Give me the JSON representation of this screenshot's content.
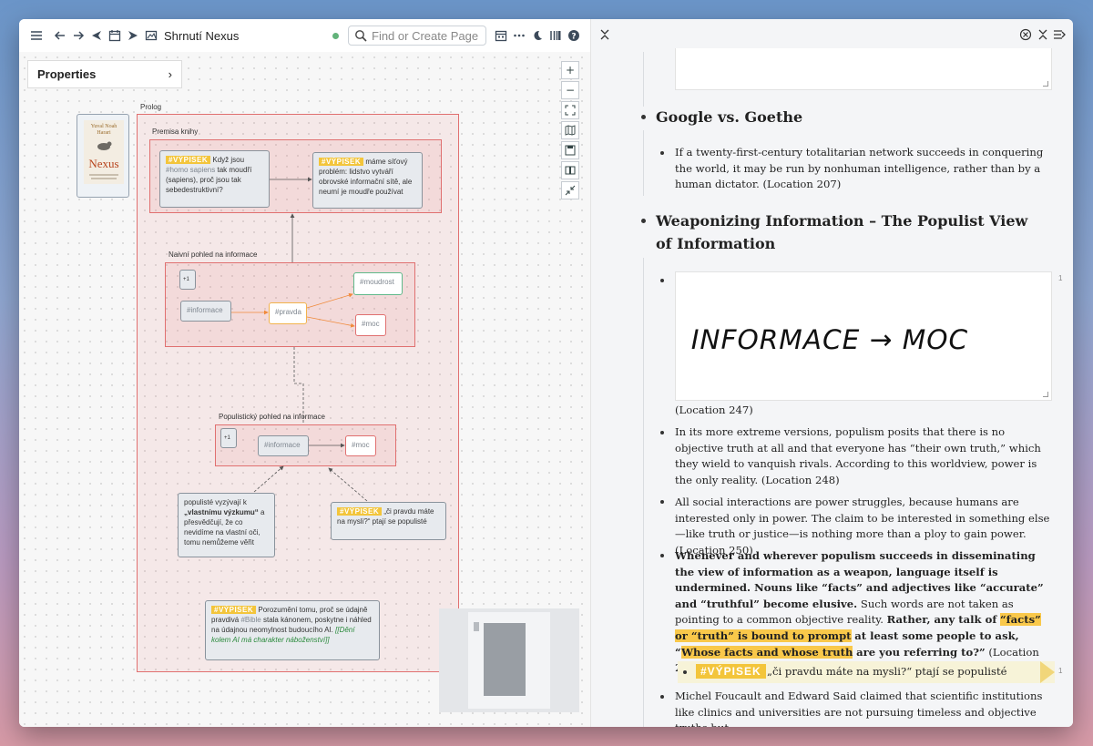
{
  "toolbar": {
    "page_title": "Shrnutí Nexus",
    "search_placeholder": "Find or Create Page"
  },
  "properties": {
    "label": "Properties"
  },
  "canvas": {
    "prolog_label": "Prolog",
    "book": {
      "author": "Yuval Noah Harari",
      "title": "Nexus"
    },
    "premisa_label": "Premisa knihy",
    "premisa_node1": {
      "tag": "#VÝPISEK",
      "text_a": "Když jsou",
      "hashtag": "#homo sapiens",
      "text_b": "tak moudří (sapiens), proč jsou tak sebedestruktivní?"
    },
    "premisa_node2": {
      "tag": "#VÝPISEK",
      "text": "máme síťový problém: lidstvo vytváří obrovské informační sítě, ale neumí je moudře používat"
    },
    "naivni_label": "Naivní pohled na informace",
    "naivni_badge": "+1",
    "naivni_informace": "#informace",
    "naivni_pravda": "#pravda",
    "naivni_moudrost": "#moudrost",
    "naivni_moc": "#moc",
    "popul_label": "Populistický pohled na informace",
    "popul_badge": "+1",
    "popul_informace": "#informace",
    "popul_moc": "#moc",
    "note1": {
      "a": "populisté vyzývají k",
      "b": "„vlastnímu výzkumu“",
      "c": "a přesvědčují, že co nevidíme na vlastní oči, tomu nemůžeme věřit"
    },
    "note2": {
      "tag": "#VÝPISEK",
      "text": "„či pravdu máte na mysli?“ ptají se populisté"
    },
    "note3": {
      "tag": "#VÝPISEK",
      "text_a": "Porozumění tomu, proč se údajně pravdivá",
      "hashtag": "#Bible",
      "text_b": "stala kánonem, poskytne i náhled na údajnou neomylnost budoucího AI.",
      "link": "[[Dění kolem AI má charakter náboženství]]"
    }
  },
  "right": {
    "heading1": "Google vs. Goethe",
    "para1": "If a twenty-first-century totalitarian network succeeds in conquering the world, it may be run by nonhuman intelligence, rather than by a human dictator. (Location 207)",
    "heading2": "Weaponizing Information – The Populist View of Information",
    "drawing_text": "INFORMACE → MOC",
    "ref1": "1",
    "loc247": "(Location 247)",
    "para2": "In its more extreme versions, populism posits that there is no objective truth at all and that everyone has “their own truth,” which they wield to vanquish rivals. According to this worldview, power is the only reality. (Location 248)",
    "para3": "All social interactions are power struggles, because humans are interested only in power. The claim to be interested in something else—like truth or justice—is nothing more than a ploy to gain power. (Location 250)",
    "para4_bold1": "Whenever and wherever populism succeeds in disseminating the view of information as a weapon, language itself is undermined. Nouns like “facts” and adjectives like “accurate” and “truthful” become elusive.",
    "para4_normal": "Such words are not taken as pointing to a common objective reality.",
    "para4_bold2": "Rather, any talk of",
    "para4_hl1": "“facts” or “truth” is bound to prompt",
    "para4_bold3": "at least some people to ask, “",
    "para4_hl2": "Whose facts and whose truth",
    "para4_bold4": "are you referring to?”",
    "para4_loc": "(Location 251)",
    "quote_tag": "#VÝPISEK",
    "quote_text": "„či pravdu máte na mysli?“ ptají se populisté",
    "ref2": "1",
    "para5": "Michel Foucault and Edward Said claimed that scientific institutions like clinics and universities are not pursuing timeless and objective truths but"
  },
  "colors": {
    "highlight": "#f9c84a",
    "vypisek": "#f3c53b",
    "group_border": "#e07070",
    "status_green": "#62b37a"
  }
}
